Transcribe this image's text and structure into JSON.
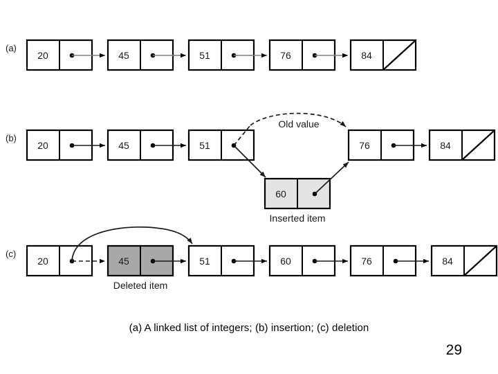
{
  "slide": {
    "caption": "(a) A linked list of integers; (b) insertion; (c) deletion",
    "page_number": "29"
  },
  "colors": {
    "background": "#ffffff",
    "box_fill": "#ffffff",
    "box_stroke": "#000000",
    "inserted_fill": "#e4e4e4",
    "deleted_fill": "#a8a8a8",
    "link_gray": "#808080",
    "text": "#1a1a1a"
  },
  "rows": [
    {
      "id": "a",
      "label": "(a)",
      "nodes": [
        {
          "value": "20",
          "state": "normal",
          "pointer": "link"
        },
        {
          "value": "45",
          "state": "normal",
          "pointer": "link"
        },
        {
          "value": "51",
          "state": "normal",
          "pointer": "link"
        },
        {
          "value": "76",
          "state": "normal",
          "pointer": "link"
        },
        {
          "value": "84",
          "state": "normal",
          "pointer": "null"
        }
      ]
    },
    {
      "id": "b",
      "label": "(b)",
      "nodes": [
        {
          "value": "20",
          "state": "normal",
          "pointer": "link"
        },
        {
          "value": "45",
          "state": "normal",
          "pointer": "link"
        },
        {
          "value": "51",
          "state": "normal",
          "pointer": "redirected"
        },
        {
          "value": "76",
          "state": "normal",
          "pointer": "link"
        },
        {
          "value": "84",
          "state": "normal",
          "pointer": "null"
        }
      ],
      "inserted_node": {
        "value": "60",
        "state": "inserted",
        "pointer": "link"
      },
      "annotations": [
        {
          "name": "old-value",
          "text": "Old value"
        },
        {
          "name": "inserted-item",
          "text": "Inserted item"
        }
      ]
    },
    {
      "id": "c",
      "label": "(c)",
      "nodes": [
        {
          "value": "20",
          "state": "normal",
          "pointer": "redirected"
        },
        {
          "value": "45",
          "state": "deleted",
          "pointer": "link"
        },
        {
          "value": "51",
          "state": "normal",
          "pointer": "link"
        },
        {
          "value": "60",
          "state": "normal",
          "pointer": "link"
        },
        {
          "value": "76",
          "state": "normal",
          "pointer": "link"
        },
        {
          "value": "84",
          "state": "normal",
          "pointer": "null"
        }
      ],
      "annotations": [
        {
          "name": "deleted-item",
          "text": "Deleted item"
        }
      ]
    }
  ]
}
